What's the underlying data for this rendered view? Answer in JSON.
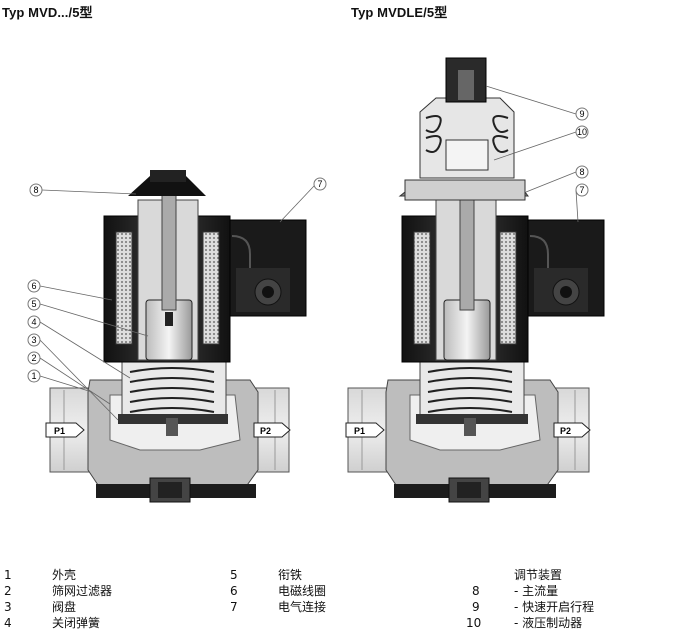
{
  "titles": {
    "left": "Typ MVD.../5型",
    "right": "Typ MVDLE/5型"
  },
  "callouts_left": [
    "8",
    "7",
    "6",
    "5",
    "4",
    "3",
    "2",
    "1"
  ],
  "callouts_right": [
    "9",
    "10",
    "8",
    "7"
  ],
  "port_labels": {
    "p1": "P1",
    "p2": "P2"
  },
  "legend": {
    "col1": [
      {
        "num": "1",
        "label": "外壳"
      },
      {
        "num": "2",
        "label": "筛网过滤器"
      },
      {
        "num": "3",
        "label": "阀盘"
      },
      {
        "num": "4",
        "label": "关闭弹簧"
      }
    ],
    "col2": [
      {
        "num": "5",
        "label": "衔铁"
      },
      {
        "num": "6",
        "label": "电磁线圈"
      },
      {
        "num": "7",
        "label": "电气连接"
      }
    ],
    "col3_header": "调节装置",
    "col3": [
      {
        "num": "8",
        "label": "- 主流量"
      },
      {
        "num": "9",
        "label": "- 快速开启行程"
      },
      {
        "num": "10",
        "label": "- 液压制动器"
      }
    ]
  }
}
